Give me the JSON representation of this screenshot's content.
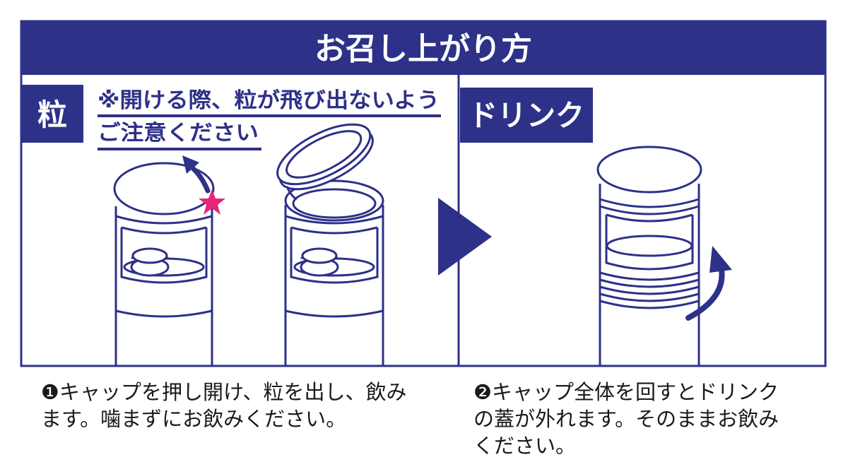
{
  "header": {
    "title": "お召し上がり方"
  },
  "section_granule": {
    "label": "粒",
    "warning_line_1": "※開ける際、粒が飛び出ないよう",
    "warning_line_2": "ご注意ください"
  },
  "section_drink": {
    "label": "ドリンク"
  },
  "steps": [
    {
      "line_1": "❶キャップを押し開け、粒を出し、飲み",
      "line_2": "ます。噛まずにお飲みください。"
    },
    {
      "line_1": "❷キャップ全体を回すとドリンク",
      "line_2": "の蓋が外れます。そのままお飲み",
      "line_3": "ください。"
    }
  ],
  "colors": {
    "navy": "#2d3188",
    "star_pink": "#e6267a",
    "text": "#1a1a1a"
  },
  "icons": {
    "next_arrow": "play-triangle-icon",
    "open_arrow": "curved-arrow-up-icon",
    "rotate_arrow": "rotate-arrow-icon",
    "press_point": "star-icon"
  }
}
